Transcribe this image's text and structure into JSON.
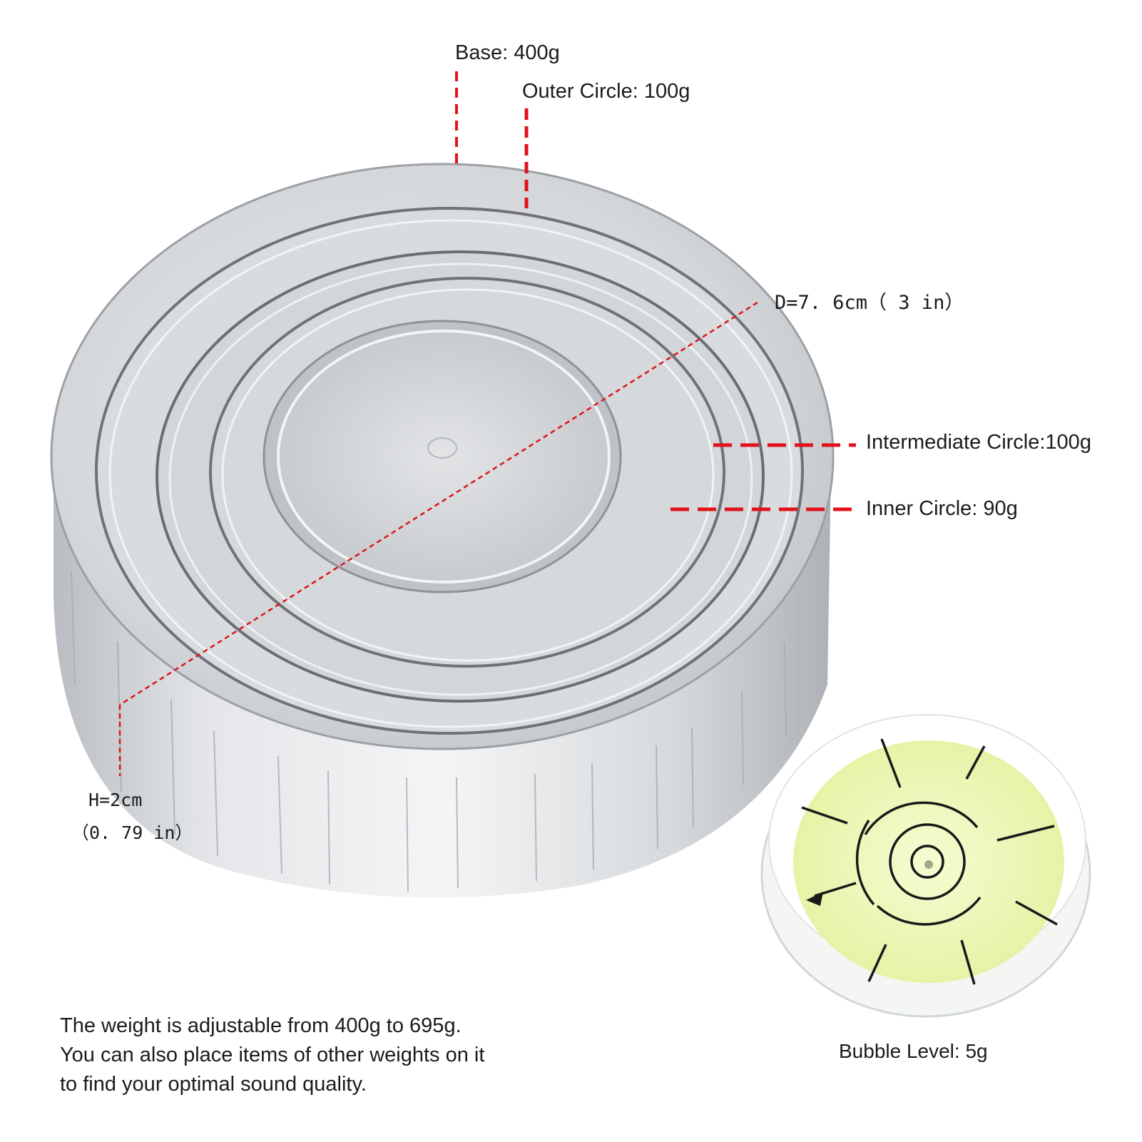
{
  "labels": {
    "base": "Base: 400g",
    "outer": "Outer Circle: 100g",
    "diameter": "D=7. 6cm（ 3 in）",
    "intermediate": "Intermediate Circle:100g",
    "inner": "Inner Circle: 90g",
    "height_line1": "H=2cm",
    "height_line2": "（0. 79 in）",
    "bubble": "Bubble Level: 5g"
  },
  "description": [
    "The weight is adjustable from 400g to 695g.",
    "You can also place items of other weights on it",
    "to find your optimal sound quality."
  ],
  "colors": {
    "leader": "#e0131c",
    "metal": "#c8cbcf",
    "bubble_fluid": "#ecf7b3"
  }
}
